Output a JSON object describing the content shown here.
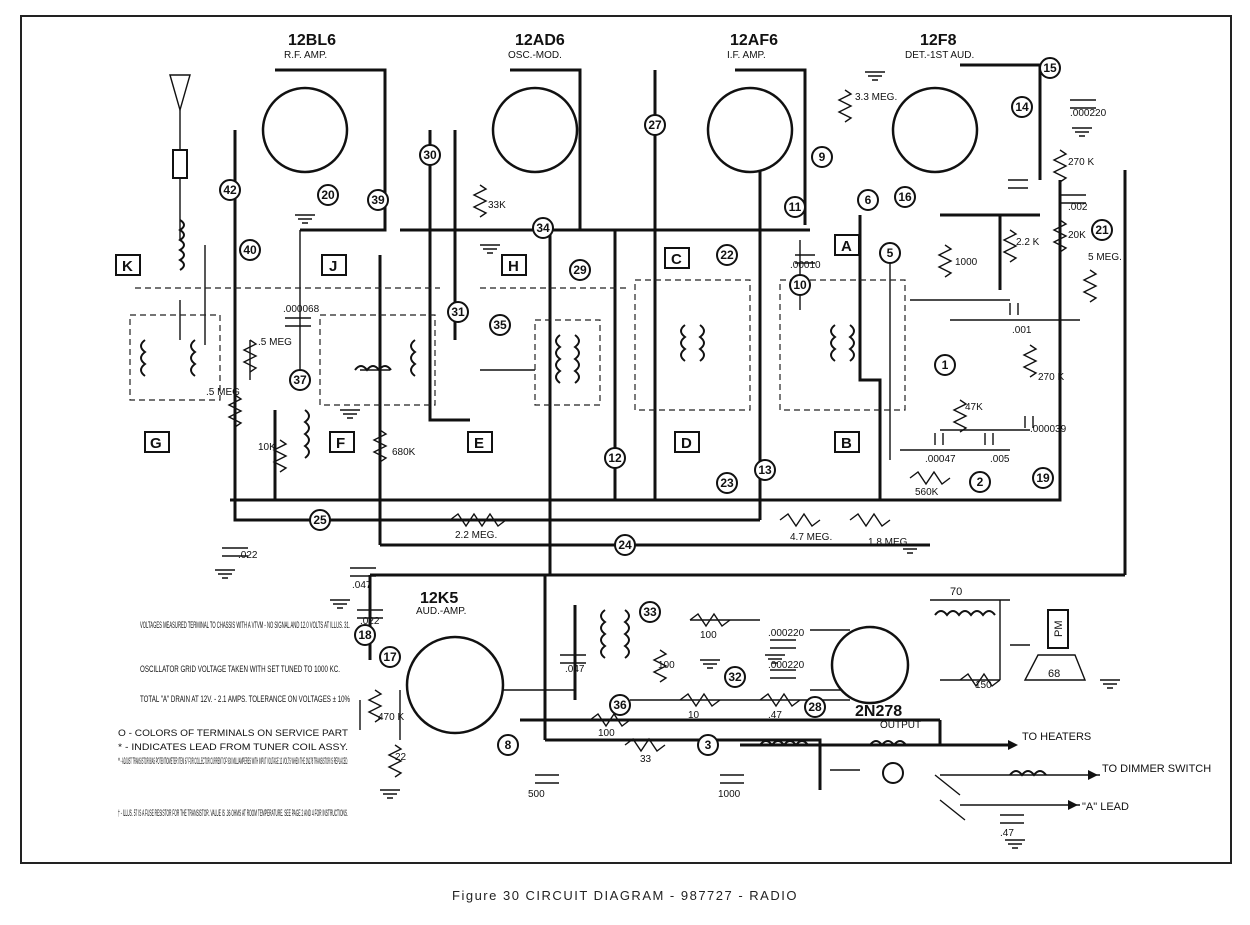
{
  "caption": "Figure 30  CIRCUIT DIAGRAM - 987727 - RADIO",
  "tubes": [
    {
      "type": "12BL6",
      "func": "R.F. AMP."
    },
    {
      "type": "12AD6",
      "func": "OSC.-MOD."
    },
    {
      "type": "12AF6",
      "func": "I.F. AMP."
    },
    {
      "type": "12F8",
      "func": "DET.-1ST AUD."
    },
    {
      "type": "12K5",
      "func": "AUD.-AMP."
    }
  ],
  "transistor": {
    "type": "2N278",
    "func": "OUTPUT"
  },
  "test_points": [
    "A",
    "B",
    "C",
    "D",
    "E",
    "F",
    "G",
    "H",
    "J",
    "K"
  ],
  "node_numbers": [
    "42",
    "40",
    "39",
    "20",
    "30",
    "34",
    "31",
    "35",
    "37",
    "27",
    "29",
    "22",
    "23",
    "13",
    "12",
    "11",
    "10",
    "9",
    "6",
    "5",
    "1",
    "16",
    "15",
    "14",
    "21",
    "19",
    "2",
    "25",
    "24",
    "18",
    "17",
    "36",
    "32",
    "28",
    "33",
    "3",
    "8"
  ],
  "components": [
    {
      "ref": "12",
      "value": ".000068"
    },
    {
      "ref": "37",
      "value": ".5 MEG"
    },
    {
      "ref": "36",
      "value": ".5 MEG"
    },
    {
      "ref": "38",
      "value": "10K"
    },
    {
      "ref": "39",
      "value": "680K"
    },
    {
      "ref": "40",
      "value": "33K"
    },
    {
      "ref": "41",
      "value": "2.2 MEG."
    },
    {
      "ref": "42",
      "value": "4.7 MEG."
    },
    {
      "ref": "43",
      "value": "1.8 MEG."
    },
    {
      "ref": "44",
      "value": "560K"
    },
    {
      "ref": "45",
      "value": "1000"
    },
    {
      "ref": "46",
      "value": "47K"
    },
    {
      "ref": "47",
      "value": "2.2 K"
    },
    {
      "ref": "48",
      "value": "270 K"
    },
    {
      "ref": "49",
      "value": "270 K"
    },
    {
      "ref": "50",
      "value": "20K"
    },
    {
      "ref": "59",
      "value": "3.3 MEG."
    },
    {
      "ref": "22",
      "value": ".000220"
    },
    {
      "ref": "23",
      "value": ".002"
    },
    {
      "ref": "20",
      "value": ".001"
    },
    {
      "ref": "21",
      "value": ".000039"
    },
    {
      "ref": "17",
      "value": ".00047"
    },
    {
      "ref": "18",
      "value": ".005"
    },
    {
      "ref": "16",
      "value": ".00010"
    },
    {
      "ref": "24",
      "value": ".022"
    },
    {
      "ref": "25",
      "value": ".047"
    },
    {
      "ref": "26",
      "value": ".022"
    },
    {
      "ref": "28",
      "value": ".047"
    },
    {
      "ref": "29A",
      "value": ".000220"
    },
    {
      "ref": "29B",
      "value": ".000220"
    },
    {
      "ref": "27A",
      "value": "500"
    },
    {
      "ref": "27B",
      "value": "1000"
    },
    {
      "ref": "30",
      "value": ".47"
    },
    {
      "ref": "51",
      "value": "470 K"
    },
    {
      "ref": "52",
      "value": "22"
    },
    {
      "ref": "53",
      "value": "100"
    },
    {
      "ref": "54",
      "value": "100"
    },
    {
      "ref": "55",
      "value": "33"
    },
    {
      "ref": "56",
      "value": "10"
    },
    {
      "ref": "57",
      "value": ".47"
    },
    {
      "ref": "58",
      "value": "150"
    },
    {
      "ref": "67",
      "value": "100"
    },
    {
      "ref": "65",
      "value": "5 MEG."
    }
  ],
  "labels": {
    "to_heaters": "TO HEATERS",
    "to_dimmer": "TO DIMMER SWITCH",
    "a_lead": "\"A\" LEAD",
    "pm": "PM",
    "speaker": "68",
    "transformer": "70"
  },
  "notes": [
    "VOLTAGES MEASURED TERMINAL TO CHASSIS WITH A VTVM - NO SIGNAL AND 12.0 VOLTS AT ILLUS. 31.",
    "OSCILLATOR GRID VOLTAGE TAKEN WITH SET TUNED TO 1000 KC.",
    "TOTAL \"A\" DRAIN AT 12V. - 2.1 AMPS. TOLERANCE ON VOLTAGES ± 10%",
    "O - COLORS OF TERMINALS ON SERVICE PART",
    "* - INDICATES LEAD FROM TUNER COIL ASSY.",
    "** - ADJUST TRANSISTOR BIAS POTENTIOMETER ITEM 67 FOR COLLECTOR CURRENT OF 930 MILLIAMPERES WITH INPUT VOLTAGE 12 VOLTS WHEN THE 2N278 TRANSISTOR IS REPLACED.",
    "† - ILLUS. 57 IS A FUSE RESISTOR FOR THE TRANSISTOR. VALUE IS .36 OHMS AT ROOM TEMPERATURE. SEE PAGE 2 AND 4 FOR INSTRUCTIONS."
  ]
}
